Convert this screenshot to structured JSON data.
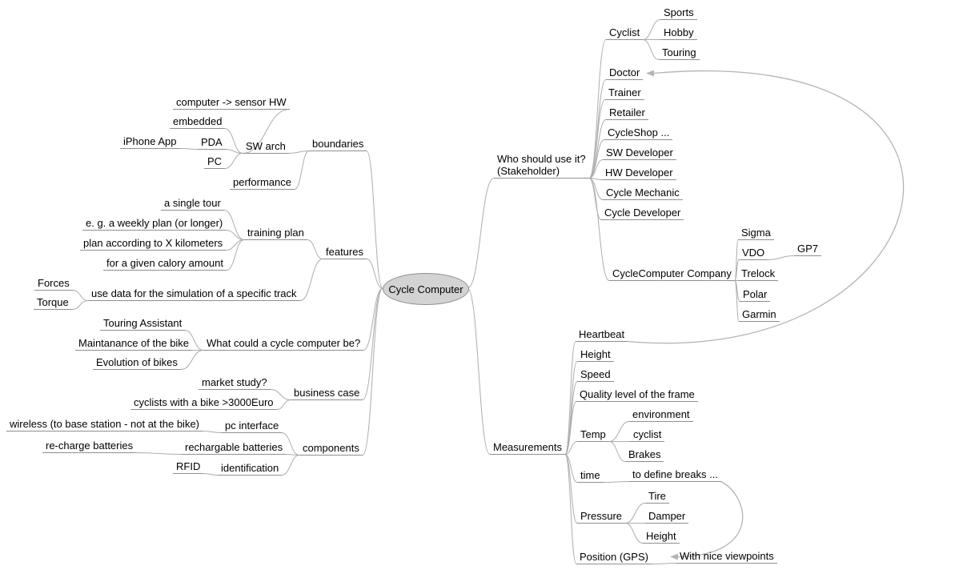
{
  "canvas": {
    "background_color": "#ffffff",
    "edge_color": "#adadad",
    "underline_color": "#8f8f8f",
    "link_arrow_color": "#b4b4b4",
    "root_fill_color": "#d3d3d3",
    "root_border_color": "#8f8f8f",
    "text_color": "#000000"
  },
  "nodes": [
    {
      "id": "root",
      "text": "Cycle Computer",
      "parent": null,
      "side": null
    },
    {
      "id": "boundaries",
      "text": "boundaries",
      "parent": "root",
      "side": "left"
    },
    {
      "id": "sw-arch",
      "text": "SW arch",
      "parent": "boundaries"
    },
    {
      "id": "computer-sensor-hw",
      "text": "computer -> sensor HW",
      "parent": "sw-arch"
    },
    {
      "id": "embedded",
      "text": "embedded",
      "parent": "sw-arch"
    },
    {
      "id": "pda",
      "text": "PDA",
      "parent": "sw-arch"
    },
    {
      "id": "iphone-app",
      "text": "iPhone App",
      "parent": "pda"
    },
    {
      "id": "pc",
      "text": "PC",
      "parent": "sw-arch"
    },
    {
      "id": "performance",
      "text": "performance",
      "parent": "boundaries"
    },
    {
      "id": "features",
      "text": "features",
      "parent": "root",
      "side": "left"
    },
    {
      "id": "training-plan",
      "text": "training plan",
      "parent": "features"
    },
    {
      "id": "single-tour",
      "text": "a single tour",
      "parent": "training-plan"
    },
    {
      "id": "weekly-plan",
      "text": "e. g. a weekly plan (or longer)",
      "parent": "training-plan"
    },
    {
      "id": "x-kilometers",
      "text": "plan according to X kilometers",
      "parent": "training-plan"
    },
    {
      "id": "calory",
      "text": "for a given calory amount",
      "parent": "training-plan"
    },
    {
      "id": "simulation",
      "text": "use data for the simulation of a specific track",
      "parent": "features"
    },
    {
      "id": "forces",
      "text": "Forces",
      "parent": "simulation"
    },
    {
      "id": "torque",
      "text": "Torque",
      "parent": "simulation"
    },
    {
      "id": "what-could",
      "text": "What could a cycle computer be?",
      "parent": "root",
      "side": "left"
    },
    {
      "id": "touring-assistant",
      "text": "Touring Assistant",
      "parent": "what-could"
    },
    {
      "id": "maintanance",
      "text": "Maintanance of the bike",
      "parent": "what-could"
    },
    {
      "id": "evolution",
      "text": "Evolution of bikes",
      "parent": "what-could"
    },
    {
      "id": "business-case",
      "text": "business case",
      "parent": "root",
      "side": "left"
    },
    {
      "id": "market-study",
      "text": "market study?",
      "parent": "business-case"
    },
    {
      "id": "cyclists-3000",
      "text": "cyclists with a bike >3000Euro",
      "parent": "business-case"
    },
    {
      "id": "components",
      "text": "components",
      "parent": "root",
      "side": "left"
    },
    {
      "id": "pc-interface",
      "text": "pc interface",
      "parent": "components"
    },
    {
      "id": "wireless",
      "text": "wireless (to base station - not at the bike)",
      "parent": "pc-interface"
    },
    {
      "id": "rechargable",
      "text": "rechargable batteries",
      "parent": "components"
    },
    {
      "id": "recharge",
      "text": "re-charge batteries",
      "parent": "rechargable"
    },
    {
      "id": "identification",
      "text": "identification",
      "parent": "components"
    },
    {
      "id": "rfid",
      "text": "RFID",
      "parent": "identification"
    },
    {
      "id": "stakeholder",
      "text": "Who should use it?\n(Stakeholder)",
      "parent": "root",
      "side": "right"
    },
    {
      "id": "cyclist",
      "text": "Cyclist",
      "parent": "stakeholder"
    },
    {
      "id": "sports",
      "text": "Sports",
      "parent": "cyclist"
    },
    {
      "id": "hobby",
      "text": "Hobby",
      "parent": "cyclist"
    },
    {
      "id": "touring",
      "text": "Touring",
      "parent": "cyclist"
    },
    {
      "id": "doctor",
      "text": "Doctor",
      "parent": "stakeholder"
    },
    {
      "id": "trainer",
      "text": "Trainer",
      "parent": "stakeholder"
    },
    {
      "id": "retailer",
      "text": "Retailer",
      "parent": "stakeholder"
    },
    {
      "id": "cycleshop",
      "text": "CycleShop ...",
      "parent": "stakeholder"
    },
    {
      "id": "sw-developer",
      "text": "SW Developer",
      "parent": "stakeholder"
    },
    {
      "id": "hw-developer",
      "text": "HW Developer",
      "parent": "stakeholder"
    },
    {
      "id": "cycle-mechanic",
      "text": "Cycle Mechanic",
      "parent": "stakeholder"
    },
    {
      "id": "cycle-developer",
      "text": "Cycle Developer",
      "parent": "stakeholder"
    },
    {
      "id": "cc-company",
      "text": "CycleComputer Company",
      "parent": "stakeholder"
    },
    {
      "id": "sigma",
      "text": "Sigma",
      "parent": "cc-company"
    },
    {
      "id": "vdo",
      "text": "VDO",
      "parent": "cc-company"
    },
    {
      "id": "gp7",
      "text": "GP7",
      "parent": "vdo"
    },
    {
      "id": "trelock",
      "text": "Trelock",
      "parent": "cc-company"
    },
    {
      "id": "polar",
      "text": "Polar",
      "parent": "cc-company"
    },
    {
      "id": "garmin",
      "text": "Garmin",
      "parent": "cc-company"
    },
    {
      "id": "measurements",
      "text": "Measurements",
      "parent": "root",
      "side": "right"
    },
    {
      "id": "heartbeat",
      "text": "Heartbeat",
      "parent": "measurements"
    },
    {
      "id": "height",
      "text": "Height",
      "parent": "measurements"
    },
    {
      "id": "speed",
      "text": "Speed",
      "parent": "measurements"
    },
    {
      "id": "quality-frame",
      "text": "Quality level of the frame",
      "parent": "measurements"
    },
    {
      "id": "temp",
      "text": "Temp",
      "parent": "measurements"
    },
    {
      "id": "environment",
      "text": "environment",
      "parent": "temp"
    },
    {
      "id": "cyclist-temp",
      "text": "cyclist",
      "parent": "temp"
    },
    {
      "id": "brakes",
      "text": "Brakes",
      "parent": "temp"
    },
    {
      "id": "time",
      "text": "time",
      "parent": "measurements"
    },
    {
      "id": "define-breaks",
      "text": "to define breaks ...",
      "parent": "time"
    },
    {
      "id": "pressure",
      "text": "Pressure",
      "parent": "measurements"
    },
    {
      "id": "tire",
      "text": "Tire",
      "parent": "pressure"
    },
    {
      "id": "damper",
      "text": "Damper",
      "parent": "pressure"
    },
    {
      "id": "height-pressure",
      "text": "Height",
      "parent": "pressure"
    },
    {
      "id": "position-gps",
      "text": "Position (GPS)",
      "parent": "measurements"
    },
    {
      "id": "viewpoints",
      "text": "With nice viewpoints",
      "parent": "position-gps"
    }
  ],
  "links": [
    {
      "from": "heartbeat",
      "to": "doctor"
    },
    {
      "from": "define-breaks",
      "to": "viewpoints"
    }
  ]
}
